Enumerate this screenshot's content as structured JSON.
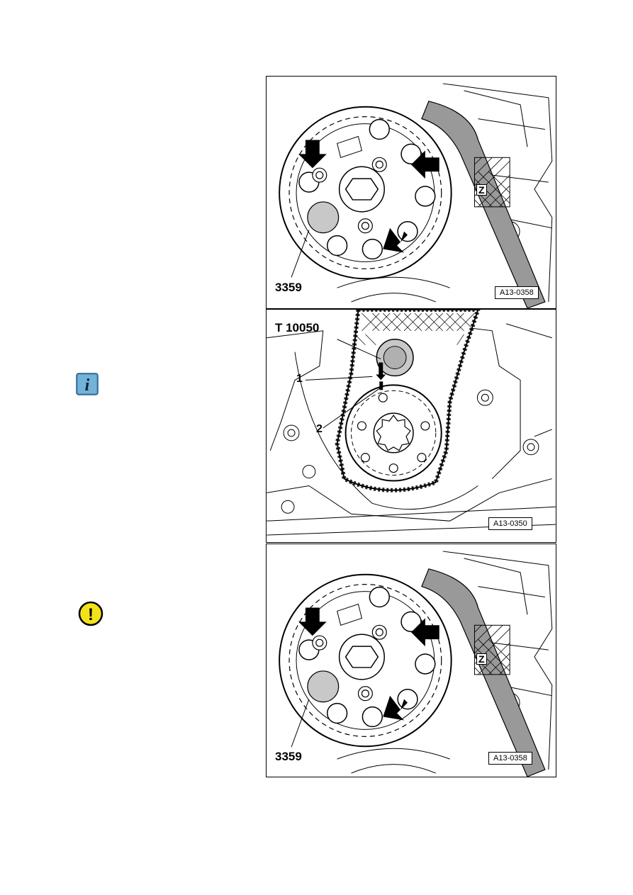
{
  "icons": {
    "info": {
      "name": "info-icon",
      "glyph": "i",
      "color": "#5b9bc7"
    },
    "warning": {
      "name": "warning-icon",
      "glyph": "!",
      "color": "#f2e21b"
    }
  },
  "figures": [
    {
      "code": "A13-0358",
      "tool": "3359",
      "marker": "Z"
    },
    {
      "code": "A13-0350",
      "tool": "T 10050",
      "callouts": [
        "1",
        "2"
      ]
    },
    {
      "code": "A13-0358",
      "tool": "3359",
      "marker": "Z"
    }
  ]
}
